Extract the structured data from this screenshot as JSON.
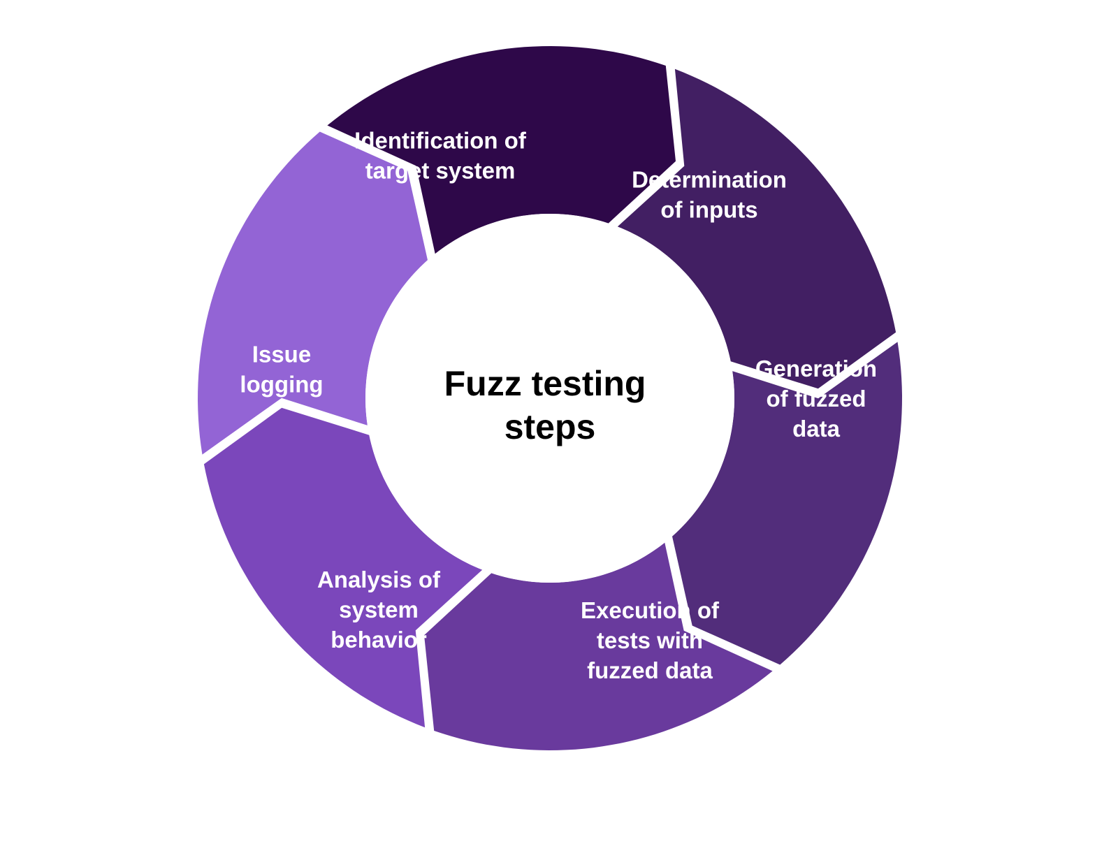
{
  "diagram": {
    "center_title": [
      "Fuzz testing",
      "steps"
    ],
    "steps": [
      {
        "lines": [
          "Identification of",
          "target system"
        ],
        "color": "#2e0849"
      },
      {
        "lines": [
          "Determination",
          "of inputs"
        ],
        "color": "#421f63"
      },
      {
        "lines": [
          "Generation",
          "of fuzzed",
          "data"
        ],
        "color": "#522d7b"
      },
      {
        "lines": [
          "Execution of",
          "tests with",
          "fuzzed data"
        ],
        "color": "#693a9d"
      },
      {
        "lines": [
          "Analysis of",
          "system",
          "behavior"
        ],
        "color": "#7b47bb"
      },
      {
        "lines": [
          "Issue",
          "logging"
        ],
        "color": "#9364d5"
      }
    ]
  }
}
